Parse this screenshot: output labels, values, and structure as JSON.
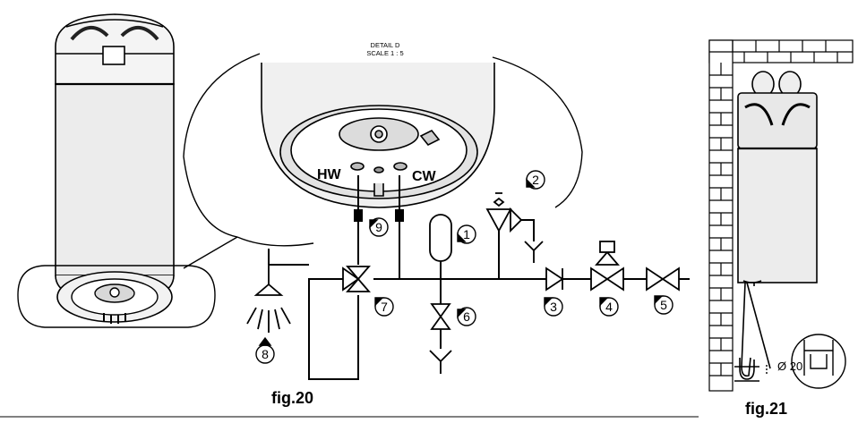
{
  "detail": {
    "title": "DETAIL D",
    "scale": "SCALE 1 : 5"
  },
  "connections": {
    "hot_water": "HW",
    "cold_water": "CW"
  },
  "callouts": [
    "1",
    "2",
    "3",
    "4",
    "5",
    "6",
    "7",
    "8",
    "9"
  ],
  "figures": {
    "left": "fig.20",
    "right": "fig.21"
  },
  "dimension": "Ø 20",
  "colors": {
    "line": "#000000",
    "background": "#ffffff",
    "tank_shade": "#dcdcdc"
  }
}
